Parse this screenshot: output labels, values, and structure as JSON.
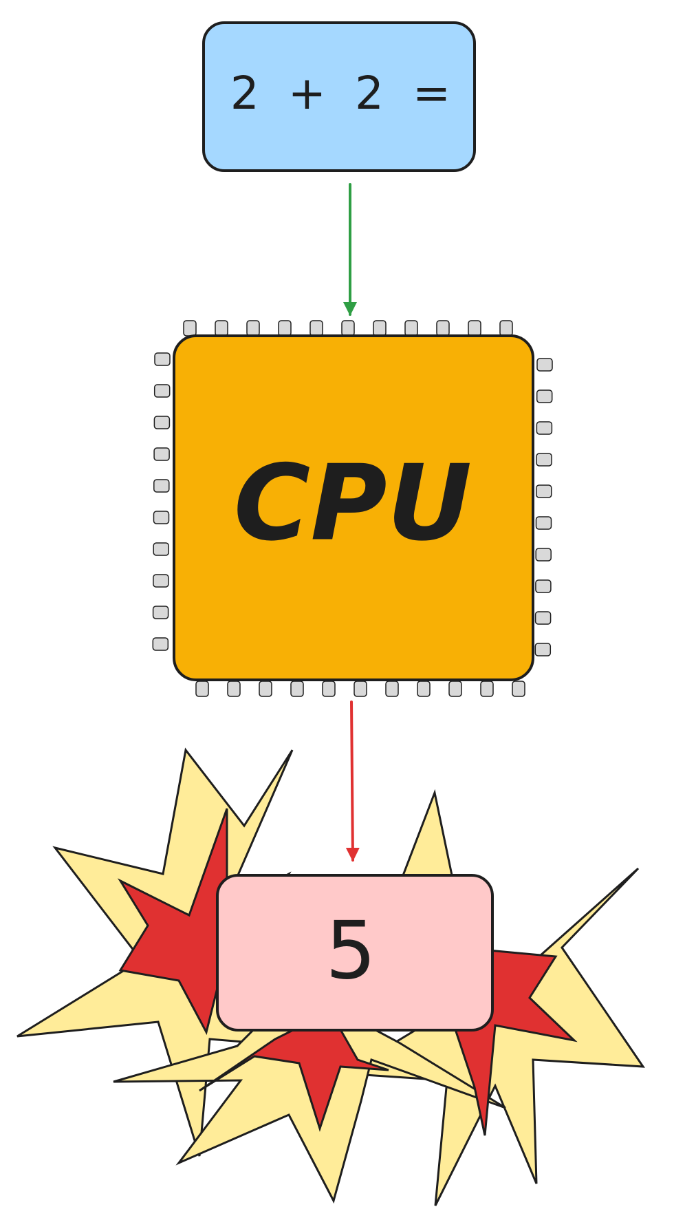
{
  "diagram": {
    "input_box": {
      "text": "2  +  2  =",
      "fill": "#a5d8ff"
    },
    "cpu_chip": {
      "label": "CPU",
      "fill": "#f8b005",
      "pin_fill": "#d9d9d9",
      "pins_per_side": 11
    },
    "output_box": {
      "text": "5",
      "fill": "#ffc9c9"
    },
    "arrows": {
      "input_to_cpu_color": "#2f9e44",
      "cpu_to_output_color": "#e03131"
    },
    "explosion": {
      "outer_fill": "#ffec99",
      "inner_fill": "#e03131"
    },
    "stroke_color": "#1e1e1e"
  }
}
